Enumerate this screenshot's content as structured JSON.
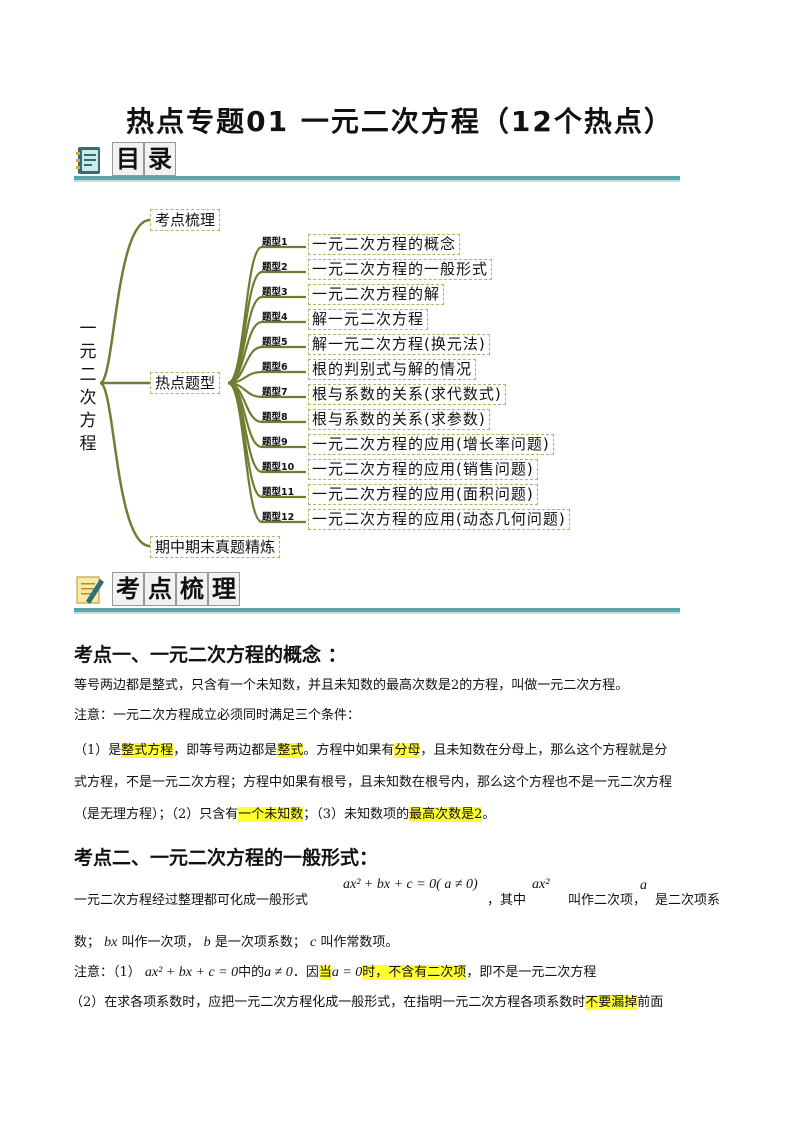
{
  "title": "热点专题01 一元二次方程（12个热点）",
  "toc": {
    "heading": [
      "目",
      "录"
    ],
    "root": [
      "一",
      "元",
      "二",
      "次",
      "方",
      "程"
    ],
    "branch1": "考点梳理",
    "branch2": "热点题型",
    "branch3": "期中期末真题精炼",
    "items": [
      {
        "tag": "题型1",
        "text": "一元二次方程的概念"
      },
      {
        "tag": "题型2",
        "text": "一元二次方程的一般形式"
      },
      {
        "tag": "题型3",
        "text": "一元二次方程的解"
      },
      {
        "tag": "题型4",
        "text": "解一元二次方程"
      },
      {
        "tag": "题型5",
        "text": "解一元二次方程(换元法)"
      },
      {
        "tag": "题型6",
        "text": "根的判别式与解的情况"
      },
      {
        "tag": "题型7",
        "text": "根与系数的关系(求代数式)"
      },
      {
        "tag": "题型8",
        "text": "根与系数的关系(求参数)"
      },
      {
        "tag": "题型9",
        "text": "一元二次方程的应用(增长率问题)"
      },
      {
        "tag": "题型10",
        "text": "一元二次方程的应用(销售问题)"
      },
      {
        "tag": "题型11",
        "text": "一元二次方程的应用(面积问题)"
      },
      {
        "tag": "题型12",
        "text": "一元二次方程的应用(动态几何问题)"
      }
    ]
  },
  "section": {
    "heading": [
      "考",
      "点",
      "梳",
      "理"
    ]
  },
  "kp1": {
    "title": "考点一、一元二次方程的概念 ：",
    "def": "等号两边都是整式，只含有一个未知数，并且未知数的最高次数是2的方程，叫做一元二次方程。",
    "note": "注意：一元二次方程成立必须同时满足三个条件：",
    "c1a": "（1）是",
    "c1b": "整式方程",
    "c1c": "，即等号两边都是",
    "c1d": "整式",
    "c1e": "。方程中如果有",
    "c1f": "分母",
    "c1g": "，且未知数在分母上，那么这个方程就是分",
    "c2": "式方程，不是一元二次方程；方程中如果有根号，且未知数在根号内，那么这个方程也不是一元二次方程",
    "c3a": "（是无理方程）；（2）只含有",
    "c3b": "一个未知数",
    "c3c": "；（3）未知数项的",
    "c3d": "最高次数是2",
    "c3e": "。"
  },
  "kp2": {
    "title": "考点二、一元二次方程的一般形式：",
    "l1a": "一元二次方程经过整理都可化成一般形式",
    "formula": "ax² + bx + c = 0( a ≠ 0)",
    "l1b": "，其中",
    "ax2": "ax²",
    "l1c": "叫作二次项，",
    "a": "a",
    "l1d": "是二次项系",
    "l2a": "数；",
    "bx": "bx",
    "l2b": "叫作一次项，",
    "b": "b",
    "l2c": "是一次项系数；",
    "c": "c",
    "l2d": "叫作常数项。",
    "n1a": "注意：（1）",
    "n1formula": "ax² + bx + c = 0",
    "n1b": "中的",
    "n1cond": "a ≠ 0",
    "n1c": "．因",
    "n1d": "当",
    "n1cond2": "a = 0",
    "n1e": "时，不含有二次项",
    "n1f": "，即不是一元二次方程",
    "n2a": "（2）在求各项系数时，应把一元二次方程化成一般形式，在指明一元二次方程各项系数时",
    "n2b": "不要漏掉",
    "n2c": "前面"
  }
}
